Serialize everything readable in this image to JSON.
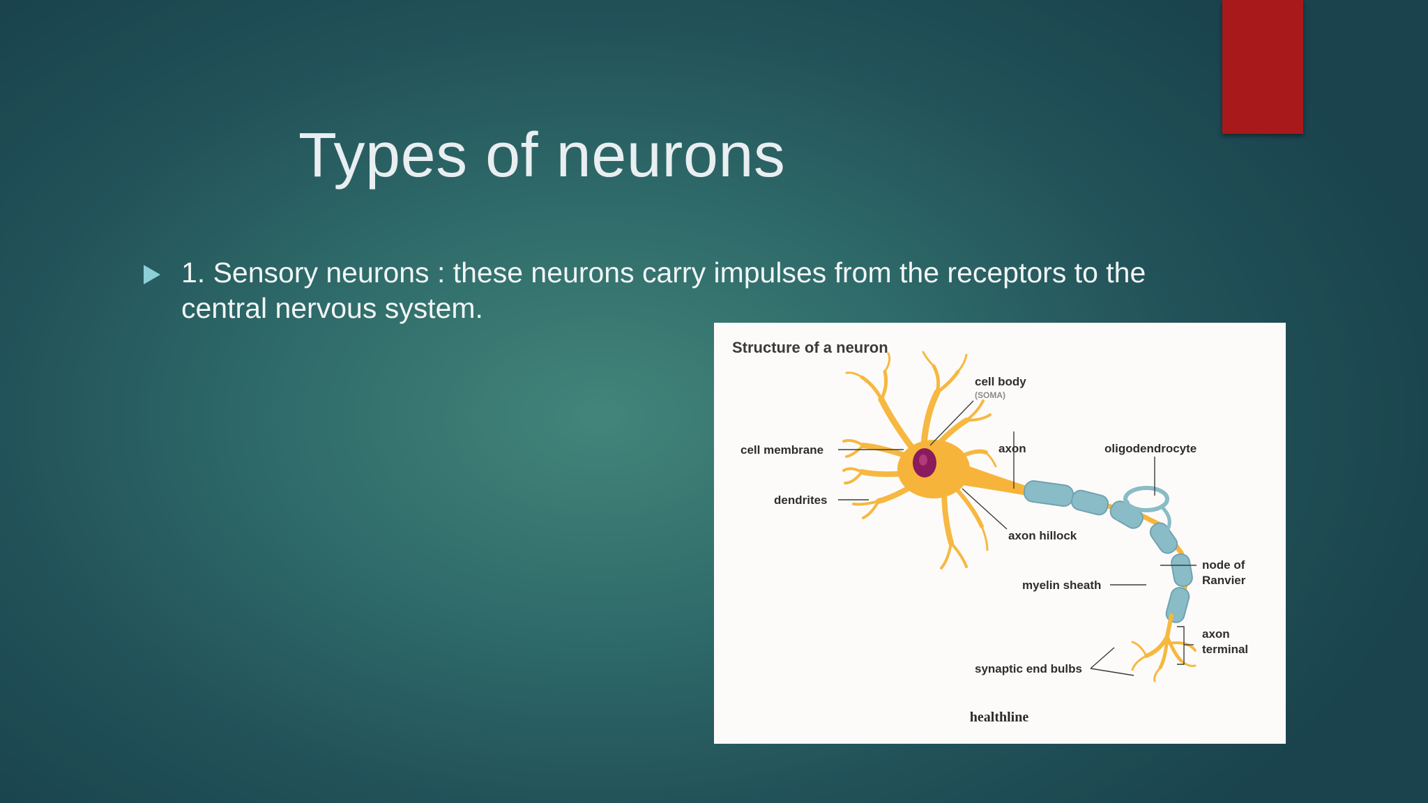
{
  "slide": {
    "title": "Types of neurons",
    "bullet": "1. Sensory neurons : these neurons carry impulses from the receptors to the central nervous system.",
    "accent_color": "#a8191b",
    "bullet_icon": "triangle-right-icon"
  },
  "diagram": {
    "title": "Structure of a neuron",
    "labels": {
      "cell_body": "cell body",
      "soma": "(SOMA)",
      "cell_membrane": "cell membrane",
      "axon": "axon",
      "oligodendrocyte": "oligodendrocyte",
      "dendrites": "dendrites",
      "axon_hillock": "axon hillock",
      "node_of": "node of",
      "ranvier": "Ranvier",
      "myelin_sheath": "myelin sheath",
      "axon_label": "axon",
      "terminal": "terminal",
      "synaptic_end_bulbs": "synaptic end bulbs"
    },
    "credit": "healthline"
  }
}
